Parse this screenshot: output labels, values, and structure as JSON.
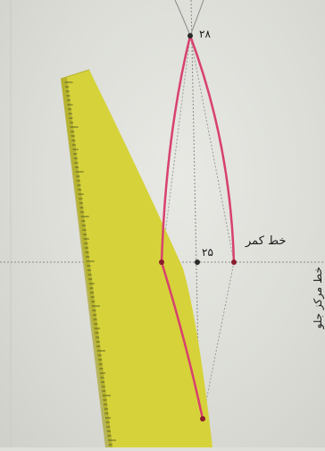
{
  "labels": {
    "point_28": "۲۸",
    "point_25": "۲۵",
    "waist_line": "خط کمر",
    "center_line": "خط مرکز جلو"
  },
  "colors": {
    "paper": "#dedfd9",
    "ruler": "#d6d23a",
    "dart_line": "#d8416e",
    "guide_line": "#8a8a8a",
    "point": "#8a1c2e"
  }
}
